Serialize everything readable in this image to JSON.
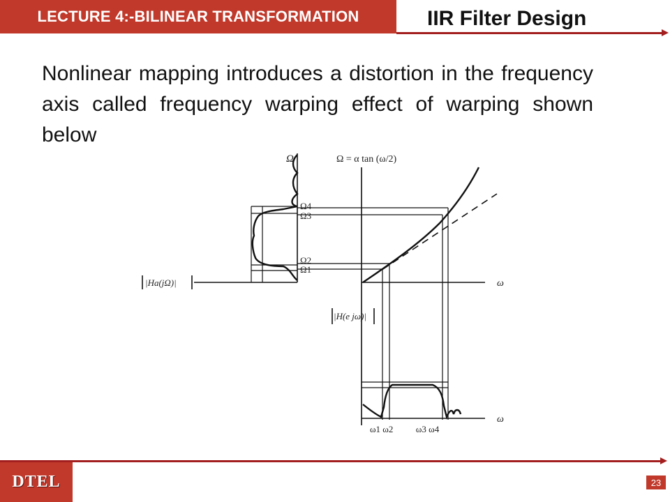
{
  "header": {
    "lecture_label": "LECTURE 4:-BILINEAR TRANSFORMATION",
    "title": "IIR Filter Design"
  },
  "body": {
    "text": "Nonlinear mapping introduces a distortion in the frequency axis called frequency warping effect of warping shown below"
  },
  "diagram": {
    "labels": {
      "omega_cap_axis": "Ω",
      "mapping_eq": "Ω = α tan (ω/2)",
      "omega4_cap": "Ω4",
      "omega3_cap": "Ω3",
      "omega2_cap": "Ω2",
      "omega1_cap": "Ω1",
      "ha_label": "|Ha(jΩ)|",
      "omega_axis_top": "ω",
      "h_label": "|H(e jω)|",
      "omega_axis_bottom": "ω",
      "omega_ticks": "ω1 ω2          ω3 ω4"
    }
  },
  "footer": {
    "logo": "DTEL",
    "page": "23"
  },
  "colors": {
    "accent": "#c0392b",
    "rule": "#a31e1e"
  }
}
